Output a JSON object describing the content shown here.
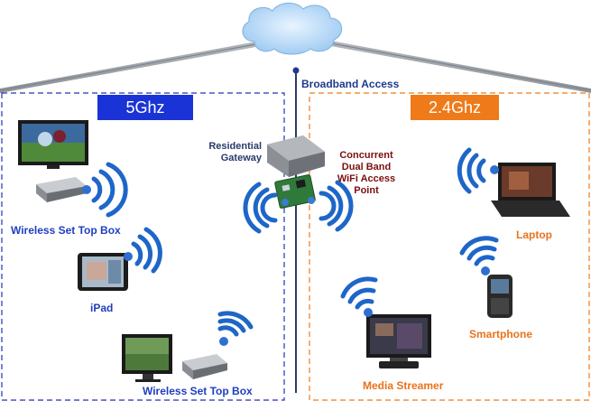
{
  "cloud": {
    "label": "Broadband Access"
  },
  "gateway": {
    "label_line1": "Residential",
    "label_line2": "Gateway"
  },
  "access_point": {
    "label_line1": "Concurrent",
    "label_line2": "Dual Band",
    "label_line3": "WiFi Access",
    "label_line4": "Point"
  },
  "bands": {
    "left": {
      "label": "5Ghz",
      "color": "#1a33d6"
    },
    "right": {
      "label": "2.4Ghz",
      "color": "#ef7a1a"
    }
  },
  "devices": {
    "stb_top": "Wireless Set Top Box",
    "ipad": "iPad",
    "stb_bottom": "Wireless Set Top Box",
    "laptop": "Laptop",
    "smartphone": "Smartphone",
    "media_streamer": "Media Streamer"
  },
  "colors": {
    "blue_text": "#1f3fbf",
    "orange_text": "#e8731c",
    "dark_red_text": "#7a1010",
    "roof": "#9aa0a6"
  }
}
